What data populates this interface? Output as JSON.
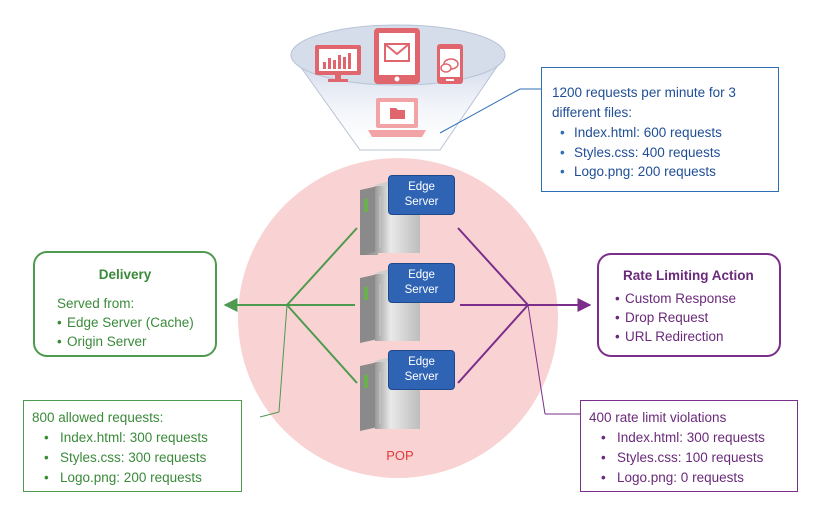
{
  "requests_callout": {
    "heading": "1200 requests per minute for 3 different files:",
    "items": [
      "Index.html: 600 requests",
      "Styles.css: 400 requests",
      "Logo.png: 200 requests"
    ]
  },
  "servers": [
    "Edge\nServer",
    "Edge\nServer",
    "Edge\nServer"
  ],
  "pop_label": "POP",
  "delivery": {
    "title": "Delivery",
    "subtitle": "Served from:",
    "items": [
      "Edge Server (Cache)",
      "Origin Server"
    ]
  },
  "allowed": {
    "heading": "800 allowed requests:",
    "items": [
      "Index.html: 300 requests",
      "Styles.css: 300 requests",
      "Logo.png: 200 requests"
    ]
  },
  "rate_limiting": {
    "title": "Rate Limiting Action",
    "items": [
      "Custom Response",
      "Drop Request",
      "URL Redirection"
    ]
  },
  "violations": {
    "heading": "400 rate limit violations",
    "items": [
      "Index.html: 300 requests",
      "Styles.css: 100 requests",
      "Logo.png: 0 requests"
    ]
  },
  "icons": [
    "monitor-chart-icon",
    "tablet-mail-icon",
    "phone-chat-icon",
    "laptop-folder-icon",
    "server-icon"
  ],
  "colors": {
    "pop_fill": "#f9d3d3",
    "device_pink": "#e0656d",
    "funnel_fill": "#dce3ef",
    "edge_blue": "#2f64b5",
    "delivery_green": "#4e9a4e",
    "rate_purple": "#7b2f8a",
    "callout_blue": "#2e6eb5",
    "pop_label_red": "#e23a3a"
  }
}
